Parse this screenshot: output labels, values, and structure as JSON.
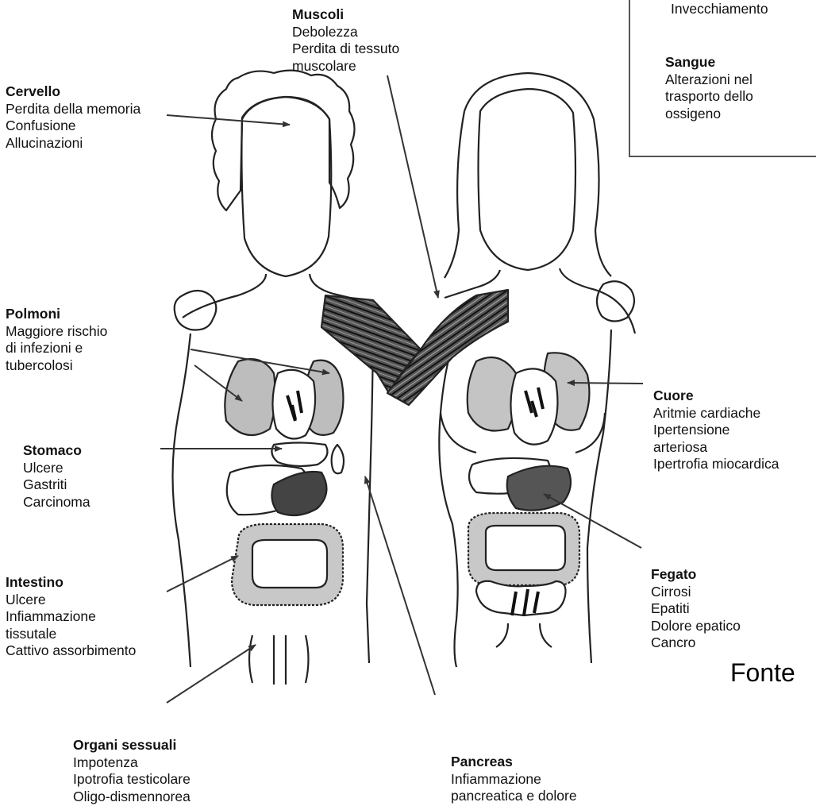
{
  "box": {
    "top_fragment": "Invecchiamento",
    "title": "Sangue",
    "lines": [
      "Alterazioni nel",
      "trasporto dello",
      "ossigeno"
    ]
  },
  "labels": {
    "muscoli": {
      "title": "Muscoli",
      "lines": [
        "Debolezza",
        "Perdita di tessuto",
        "muscolare"
      ]
    },
    "cervello": {
      "title": "Cervello",
      "lines": [
        "Perdita della memoria",
        "Confusione",
        "Allucinazioni"
      ]
    },
    "polmoni": {
      "title": "Polmoni",
      "lines": [
        "Maggiore rischio",
        "di infezioni e",
        "tubercolosi"
      ]
    },
    "stomaco": {
      "title": "Stomaco",
      "lines": [
        "Ulcere",
        "Gastriti",
        "Carcinoma"
      ]
    },
    "intestino": {
      "title": "Intestino",
      "lines": [
        "Ulcere",
        "Infiammazione",
        "tissutale",
        "Cattivo assorbimento"
      ]
    },
    "organi": {
      "title": "Organi sessuali",
      "lines": [
        "Impotenza",
        "Ipotrofia testicolare",
        "Oligo-dismennorea"
      ]
    },
    "pancreas": {
      "title": "Pancreas",
      "lines": [
        "Infiammazione",
        "pancreatica e dolore"
      ]
    },
    "cuore": {
      "title": "Cuore",
      "lines": [
        "Aritmie cardiache",
        "Ipertensione",
        "arteriosa",
        "Ipertrofia miocardica"
      ]
    },
    "fegato": {
      "title": "Fegato",
      "lines": [
        "Cirrosi",
        "Epatiti",
        "Dolore epatico",
        "Cancro"
      ]
    }
  },
  "fonte": "Fonte"
}
